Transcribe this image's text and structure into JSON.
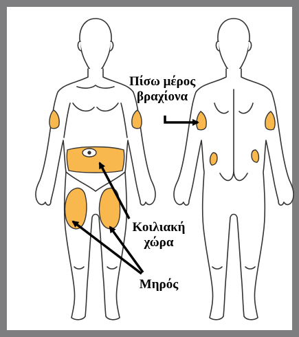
{
  "labels": {
    "back_arm_line1": "Πίσω μέρος",
    "back_arm_line2": "βραχίονα",
    "abdomen_line1": "Κοιλιακή",
    "abdomen_line2": "χώρα",
    "thigh": "Μηρός"
  },
  "colors": {
    "frame": "#7e7e80",
    "injection_site": "#f8b84e",
    "outline": "#333333",
    "arrow": "#000000"
  },
  "figures": [
    "front-view-body",
    "back-view-body"
  ],
  "injection_sites": [
    "upper-arm",
    "abdomen",
    "thigh"
  ]
}
